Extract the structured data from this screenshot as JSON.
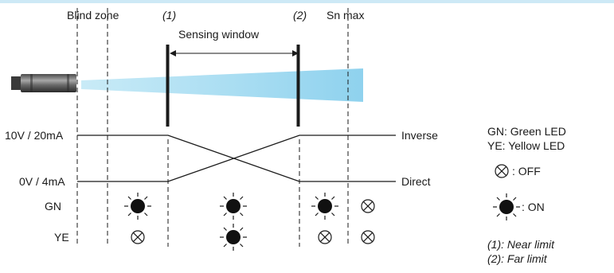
{
  "header": {
    "blind_zone": "Blind zone",
    "near_marker": "(1)",
    "sensing_window": "Sensing window",
    "far_marker": "(2)",
    "sn_max": "Sn max"
  },
  "signals": {
    "high_level": "10V / 20mA",
    "low_level": "0V / 4mA",
    "inverse": "Inverse",
    "direct": "Direct"
  },
  "leds": {
    "gn_label": "GN",
    "ye_label": "YE",
    "gn_states": [
      "ON",
      "ON",
      "ON",
      "OFF"
    ],
    "ye_states": [
      "OFF",
      "ON",
      "OFF",
      "OFF"
    ]
  },
  "legend": {
    "gn": "GN: Green LED",
    "ye": "YE: Yellow LED",
    "off": ": OFF",
    "on": ": ON",
    "near_limit": "(1): Near limit",
    "far_limit": "(2): Far limit"
  },
  "colors": {
    "beam": "#a9dcef",
    "top_bar": "#cde9f6",
    "line": "#1a1a1a"
  }
}
